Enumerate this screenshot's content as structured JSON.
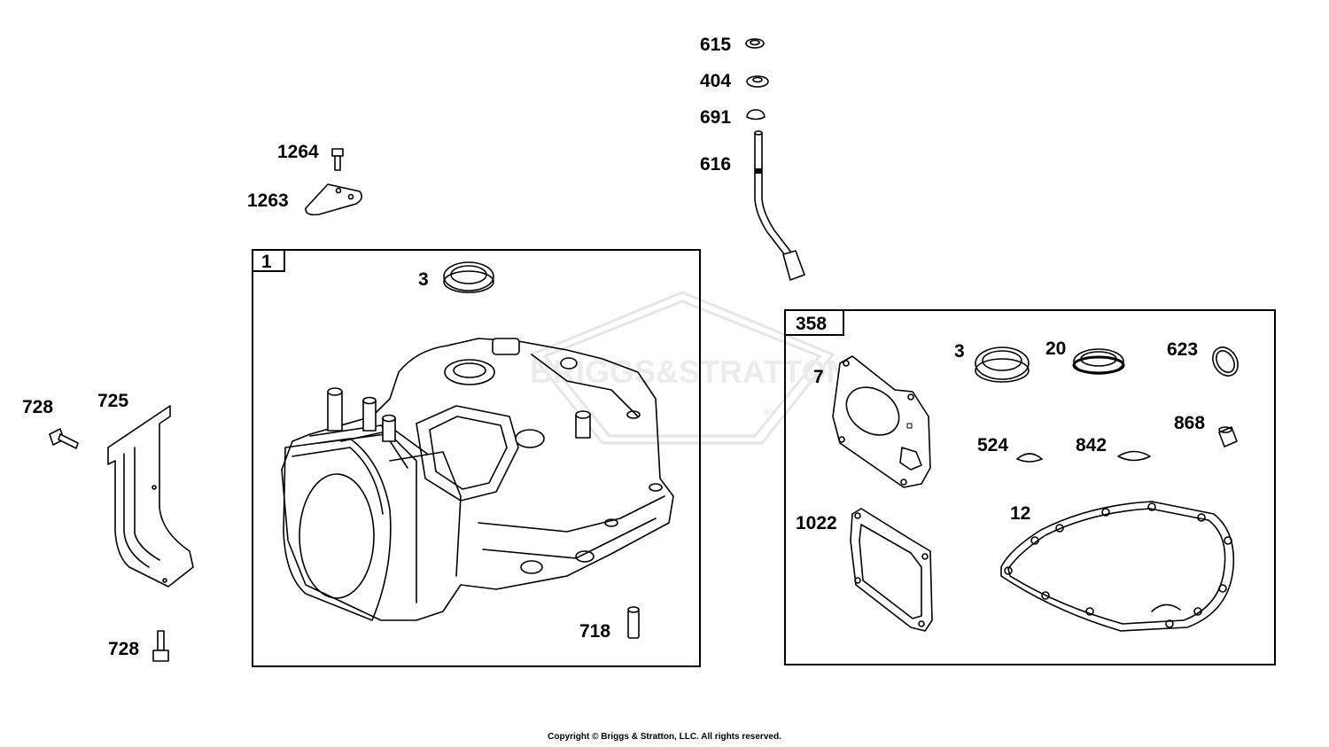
{
  "watermark": {
    "text": "BRIGGS&STRATTON",
    "mark": "®"
  },
  "boxes": {
    "cylinder": {
      "label": "1"
    },
    "gasket_set": {
      "label": "358"
    }
  },
  "callouts": {
    "p615": "615",
    "p404": "404",
    "p691": "691",
    "p616": "616",
    "p1264": "1264",
    "p1263": "1263",
    "p3_cyl": "3",
    "p728_top": "728",
    "p725": "725",
    "p728_bot": "728",
    "p718": "718",
    "p7": "7",
    "p3_gasket": "3",
    "p20": "20",
    "p623": "623",
    "p524": "524",
    "p842": "842",
    "p868": "868",
    "p1022": "1022",
    "p12": "12"
  },
  "copyright": "Copyright © Briggs & Stratton, LLC. All rights reserved."
}
